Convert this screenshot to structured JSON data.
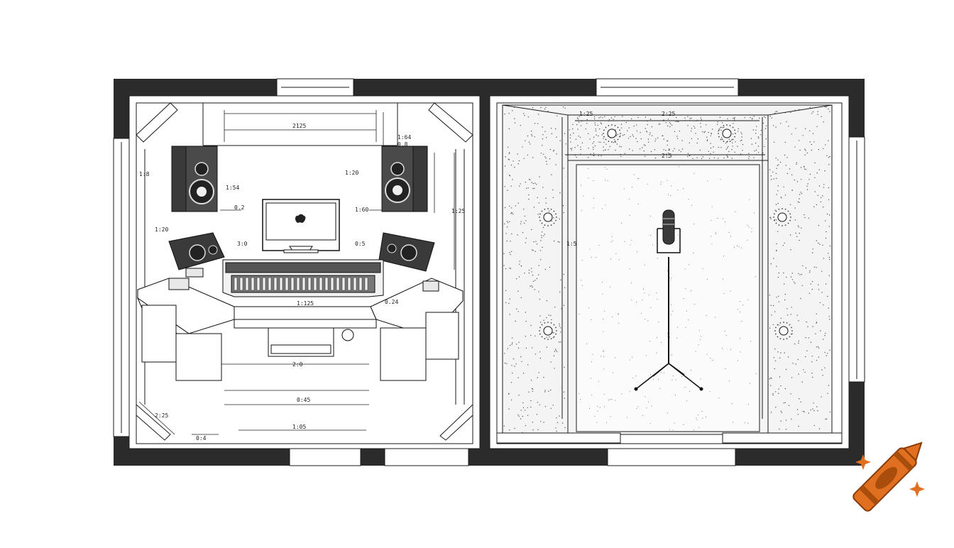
{
  "colors": {
    "wall": "#2b2b2b",
    "line": "#1a1a1a",
    "speaker": "#3a3a3a",
    "accent": "#e0701f"
  },
  "control_room": {
    "dims": {
      "top_width": "2125",
      "upper_right_a": "1:64",
      "upper_right_b": "0.8",
      "left_speaker_a": "1:54",
      "left_speaker_b": "0.2",
      "right_speaker": "1:20",
      "monitor_left": "3:0",
      "monitor_right": "0:5",
      "right_monitor_label": "1:60",
      "side_left": "1:20",
      "console": "1:125",
      "desk_right": "0.24",
      "desk_bottom": "2:0",
      "floor_mid": "0:45",
      "floor_bottom": "1:05",
      "corner_bl": "2:25",
      "floor_left": "0:4",
      "left_wall": "1:8",
      "right_wall": "1:25"
    }
  },
  "booth": {
    "dims": {
      "top_left": "1:25",
      "top_right": "2:25",
      "inner_top": "2:5",
      "left_side": "1:5"
    }
  },
  "logo": {
    "icon": "crayon-icon"
  }
}
